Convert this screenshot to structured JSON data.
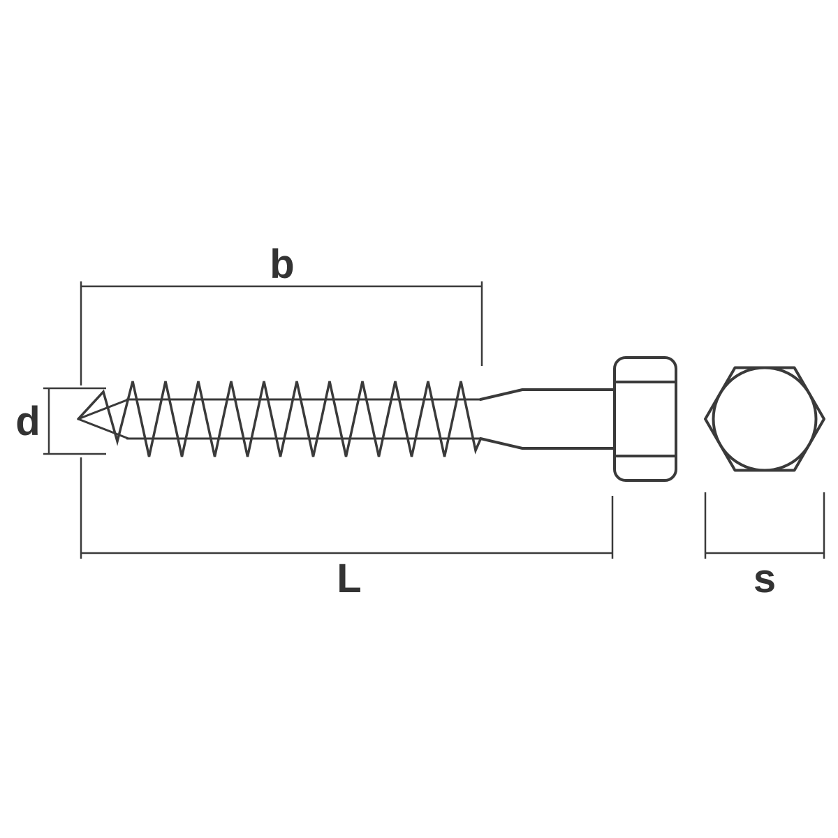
{
  "diagram": {
    "colors": {
      "line": "#3a3a3a",
      "label": "#333333",
      "background": "#ffffff"
    },
    "labels": {
      "thread_length": "b",
      "shank_diameter": "d",
      "overall_length": "L",
      "head_width": "s"
    }
  }
}
